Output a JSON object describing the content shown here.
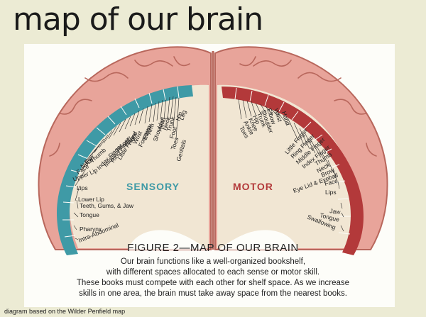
{
  "title": "map of our brain",
  "figure_title": "FIGURE 2—MAP OF OUR BRAIN",
  "caption_lines": [
    "Our brain functions like a well-organized bookshelf,",
    "with different spaces allocated to each sense or motor skill.",
    "These books must compete with each other for shelf space. As we increase",
    "skills in one area, the brain must take away space from the nearest books."
  ],
  "credit": "diagram based on the Wilder Penfield map",
  "sensory": {
    "label": "SENSORY",
    "color": "#3f9aa6",
    "parts": [
      "Genitals",
      "Toes",
      "Foot",
      "Leg",
      "Hip",
      "Trunk",
      "Neck",
      "Head",
      "Shoulder",
      "Arm",
      "Elbow",
      "Forearm",
      "Wrist",
      "Hand",
      "Little Finger",
      "Ring Finger",
      "Middle Finger",
      "Index Finger",
      "Thumb",
      "Eye",
      "Nose",
      "Face",
      "Upper Lip",
      "Lips",
      "Lower Lip",
      "Teeth, Gums, & Jaw",
      "Tongue",
      "Pharynx",
      "Intra-Abdominal"
    ]
  },
  "motor": {
    "label": "MOTOR",
    "color": "#b3393a",
    "parts": [
      "Toes",
      "Ankle",
      "Knee",
      "Hip",
      "Trunk",
      "Shoulder",
      "Elbow",
      "Wrist",
      "Hand",
      "Little Finger",
      "Ring Finger",
      "Middle Finger",
      "Index Finger",
      "Thumb",
      "Neck",
      "Brow",
      "Eye Lid & Eyeball",
      "Face",
      "Lips",
      "Jaw",
      "Tongue",
      "Swallowing"
    ]
  }
}
